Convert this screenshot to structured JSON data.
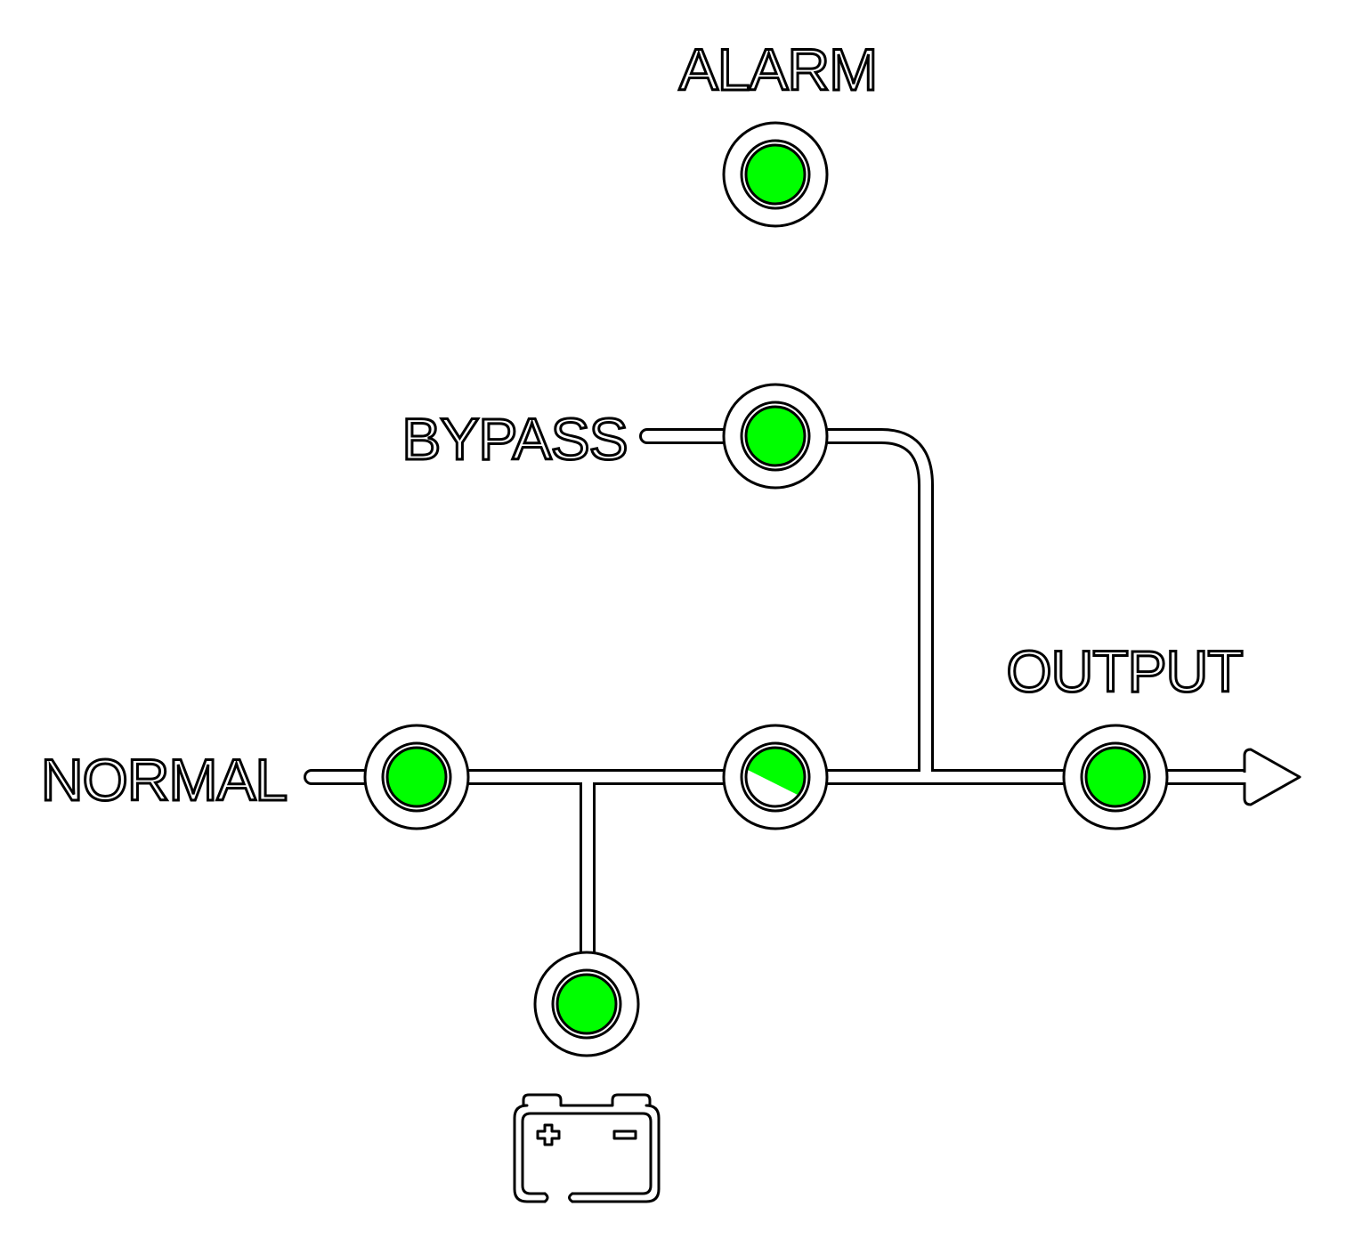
{
  "labels": {
    "alarm": "ALARM",
    "bypass": "BYPASS",
    "normal": "NORMAL",
    "output": "OUTPUT"
  },
  "colors": {
    "led_on": "#00ff00",
    "led_off": "#ffffff",
    "line": "#000000",
    "background": "#ffffff"
  },
  "indicators": {
    "alarm": {
      "state": "on"
    },
    "bypass": {
      "state": "on"
    },
    "normal_input": {
      "state": "on"
    },
    "inverter": {
      "state": "blinking"
    },
    "output": {
      "state": "on"
    },
    "battery": {
      "state": "on"
    }
  },
  "icons": {
    "battery": "battery-icon",
    "output_arrow": "arrow-right-icon"
  }
}
